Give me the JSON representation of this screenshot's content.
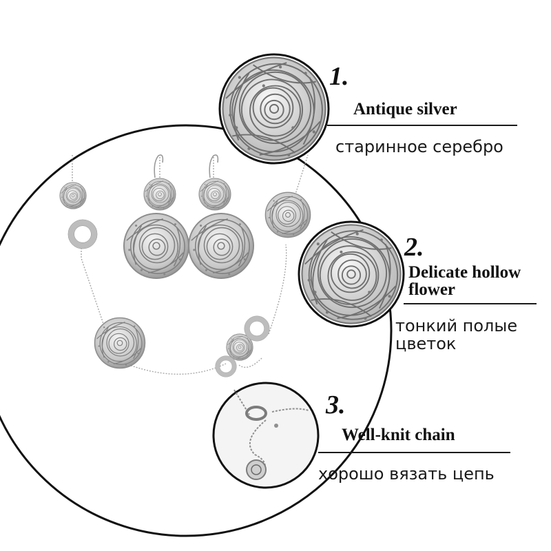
{
  "features": [
    {
      "number": "1.",
      "title": "Antique silver",
      "subtitle": "старинное серебро"
    },
    {
      "number": "2.",
      "title_line1": "Delicate hollow",
      "title_line2": "flower",
      "subtitle_line1": "тонкий полые",
      "subtitle_line2": "цветок"
    },
    {
      "number": "3.",
      "title": "Well-knit chain",
      "subtitle": "хорошо вязать цепь"
    }
  ],
  "colors": {
    "silver": "#b9b9b9",
    "silver_dark": "#7d7d7d",
    "line": "#1a1a1a",
    "text": "#111111"
  }
}
